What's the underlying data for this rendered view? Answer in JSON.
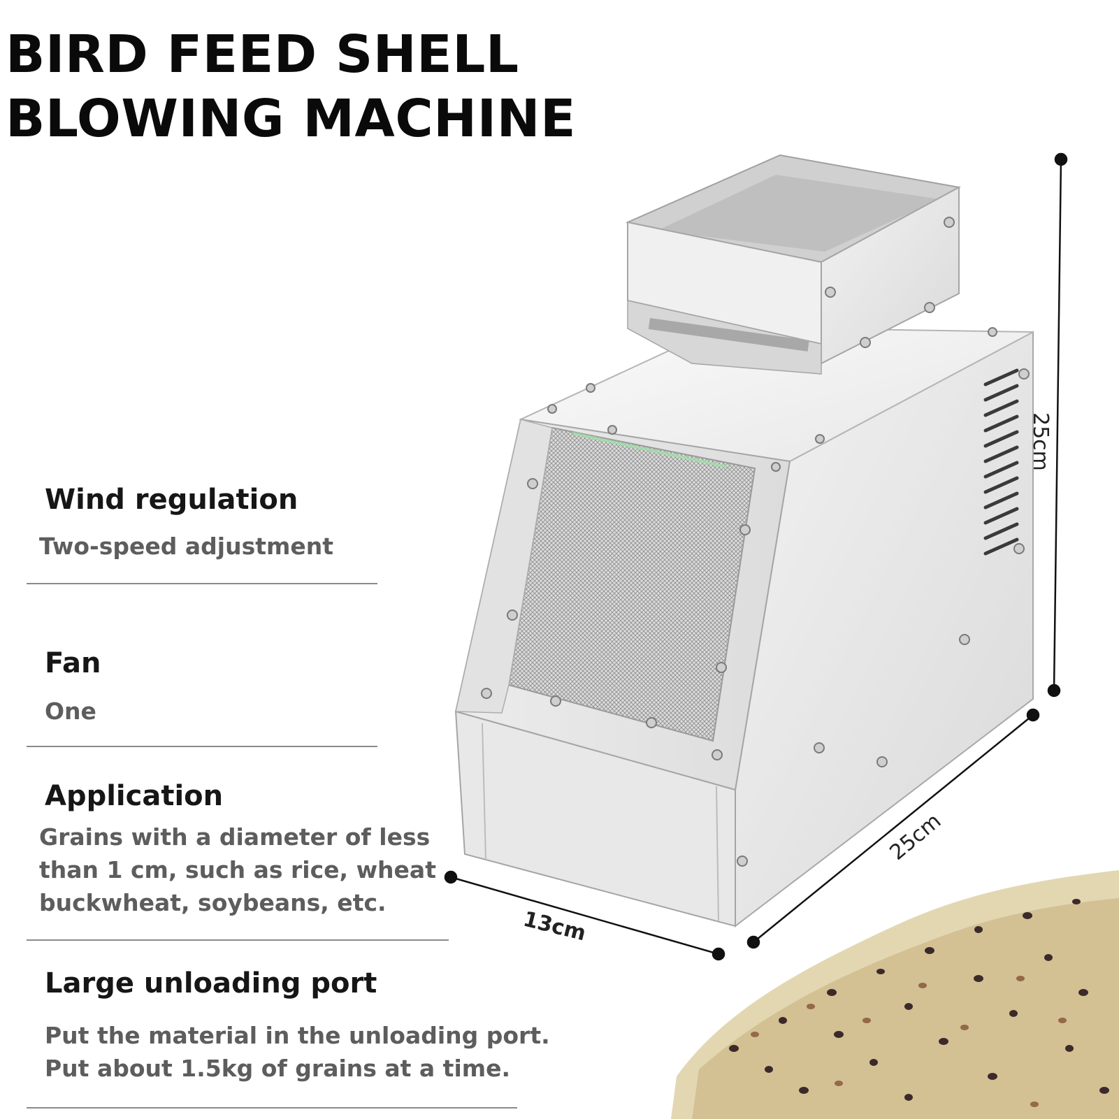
{
  "title": {
    "line1": "BIRD FEED SHELL",
    "line2": "BLOWING MACHINE"
  },
  "specs": [
    {
      "heading": "Wind regulation",
      "lines": [
        "Two-speed adjustment"
      ]
    },
    {
      "heading": "Fan",
      "lines": [
        "One"
      ]
    },
    {
      "heading": "Application",
      "lines": [
        "Grains with a diameter of less",
        "than 1 cm, such as rice, wheat",
        "buckwheat, soybeans, etc."
      ]
    },
    {
      "heading": "Large unloading port",
      "lines": [
        "Put the material in the unloading port.",
        "Put about 1.5kg of grains at a time."
      ]
    }
  ],
  "dimensions": {
    "height": "25cm",
    "depth": "25cm",
    "width": "13cm"
  }
}
